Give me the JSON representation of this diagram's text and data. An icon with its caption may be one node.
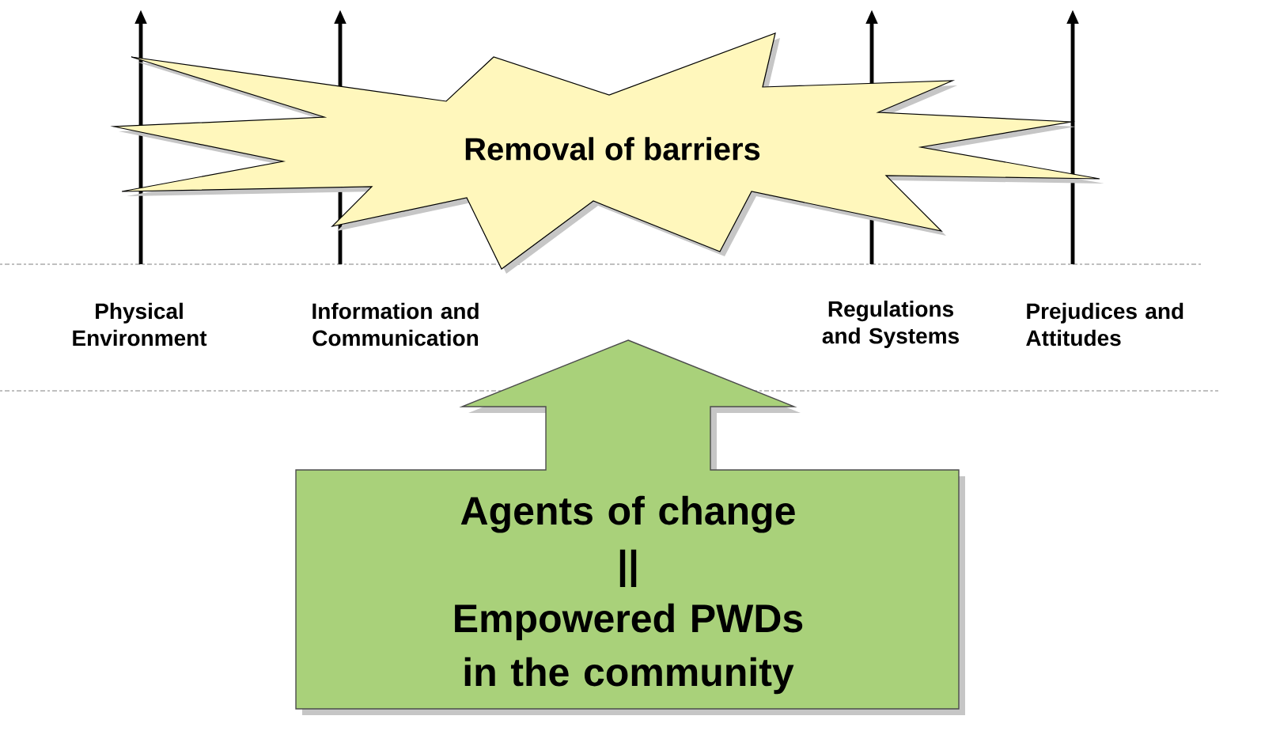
{
  "diagram": {
    "nodes": [
      {
        "text": [
          "Removal of barriers"
        ]
      },
      {
        "text": [
          "Physical Environment"
        ]
      },
      {
        "text": [
          "Information and Communication"
        ]
      },
      {
        "text": [
          "Regulations and Systems"
        ]
      },
      {
        "text": [
          "Prejudices and Attitudes"
        ]
      },
      {
        "text": [
          "Agents of change",
          "||",
          "Empowered PWDs in the community"
        ]
      }
    ],
    "edges": [
      {
        "from": 1,
        "to": null,
        "arrow": "to"
      },
      {
        "from": 2,
        "to": null,
        "arrow": "to"
      },
      {
        "from": 3,
        "to": null,
        "arrow": "to"
      },
      {
        "from": 4,
        "to": null,
        "arrow": "to"
      }
    ]
  }
}
